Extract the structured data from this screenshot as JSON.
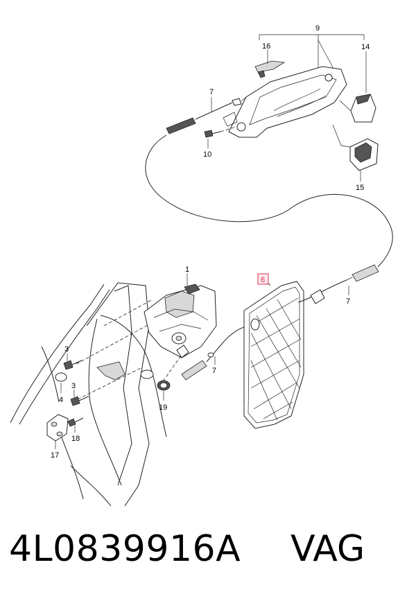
{
  "callouts": {
    "c1": "1",
    "c3a": "3",
    "c3b": "3",
    "c4": "4",
    "c6": "6",
    "c7a": "7",
    "c7b": "7",
    "c7c": "7",
    "c9": "9",
    "c10": "10",
    "c14": "14",
    "c15": "15",
    "c16": "16",
    "c17": "17",
    "c18": "18",
    "c19": "19"
  },
  "footer": {
    "part_number": "4L0839916A",
    "brand": "VAG"
  },
  "colors": {
    "highlight": "#d9304f",
    "line": "#222222"
  }
}
